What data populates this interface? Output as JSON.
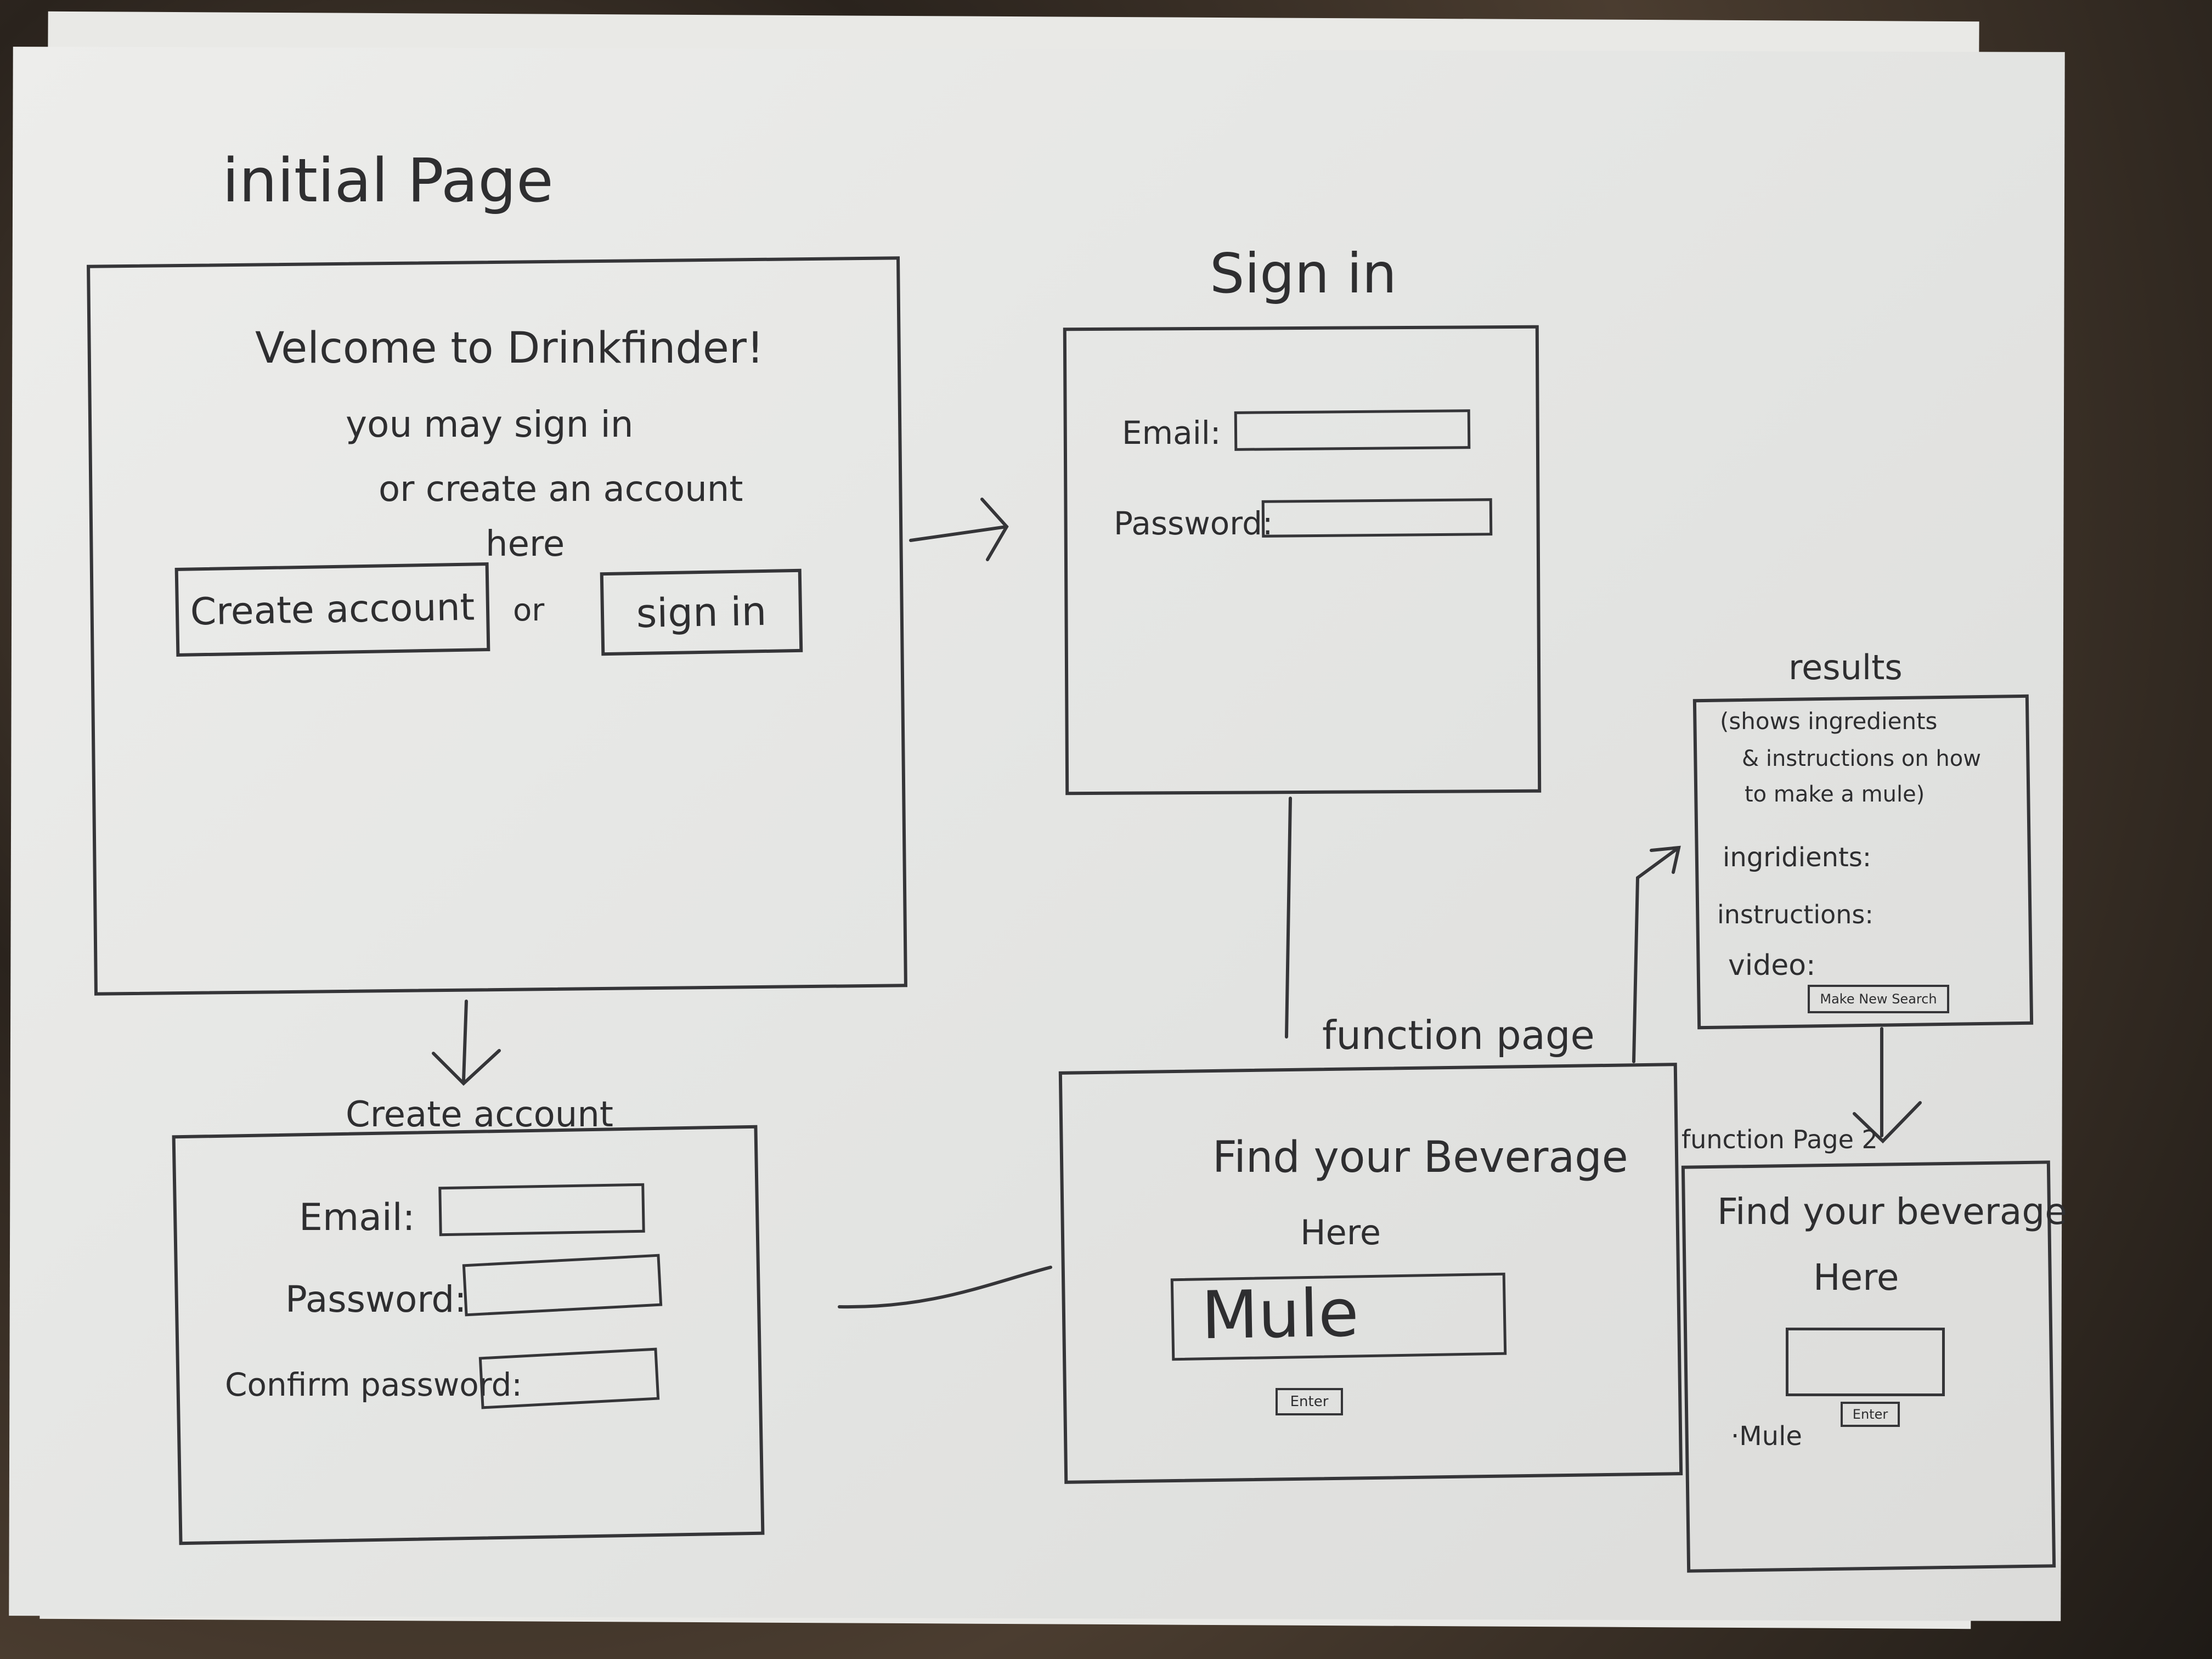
{
  "initial_page": {
    "title": "initial Page",
    "welcome": "Velcome to Drinkfinder!",
    "line1": "you may sign in",
    "line2": "or create an account",
    "line3": "here",
    "create_button": "Create account",
    "or_text": "or",
    "signin_button": "sign in"
  },
  "sign_in": {
    "title": "Sign in",
    "email_label": "Email:",
    "password_label": "Password:"
  },
  "create_account": {
    "title": "Create account",
    "email_label": "Email:",
    "password_label": "Password:",
    "confirm_label": "Confirm password:"
  },
  "function_page": {
    "title": "function page",
    "heading1": "Find your Beverage",
    "heading2": "Here",
    "search_value": "Mule",
    "enter_button": "Enter"
  },
  "results": {
    "title": "results",
    "desc1": "(shows ingredients",
    "desc2": "& instructions on how",
    "desc3": "to make a mule)",
    "ingredients_label": "ingridients:",
    "instructions_label": "instructions:",
    "video_label": "video:",
    "new_search_button": "Make New Search"
  },
  "function_page_2": {
    "title": "function Page 2",
    "heading1": "Find your beverage",
    "heading2": "Here",
    "enter_button": "Enter",
    "list_item": "·Mule"
  }
}
